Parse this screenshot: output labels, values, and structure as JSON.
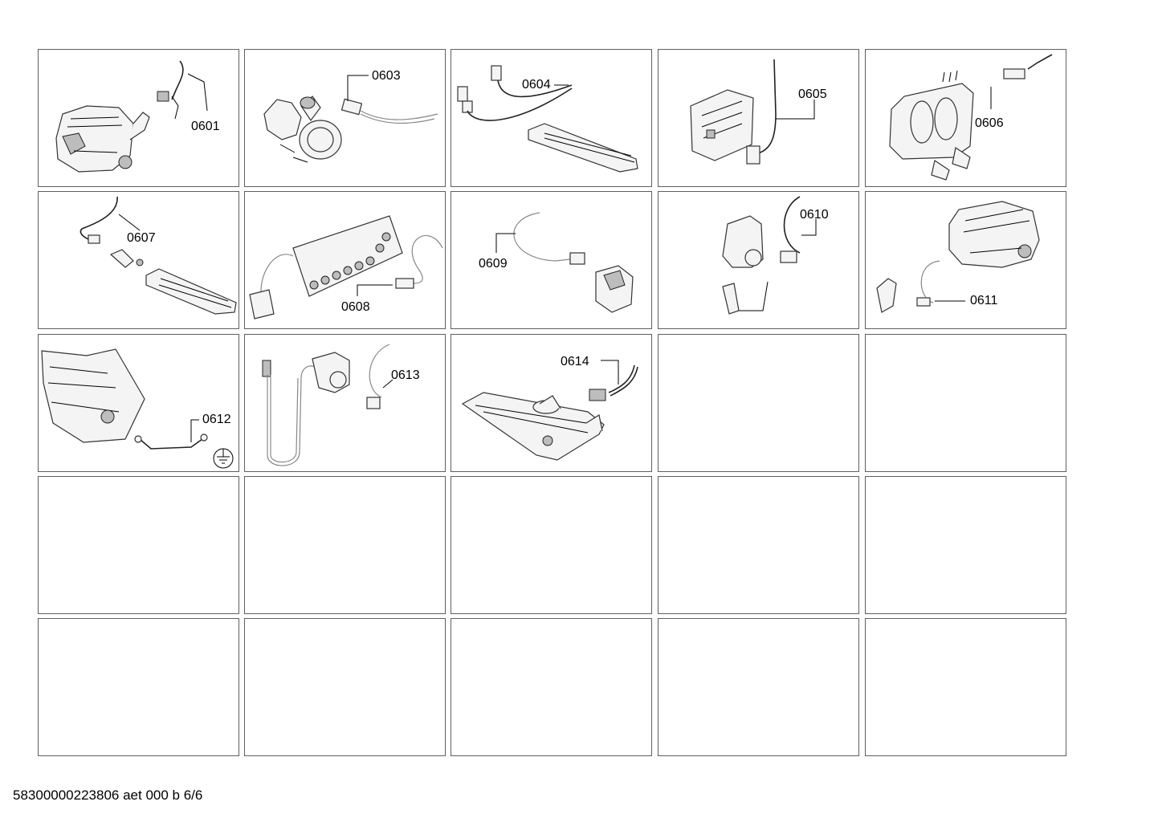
{
  "cells": [
    {
      "label": "0601"
    },
    {
      "label": "0603"
    },
    {
      "label": "0604"
    },
    {
      "label": "0605"
    },
    {
      "label": "0606"
    },
    {
      "label": "0607"
    },
    {
      "label": "0608"
    },
    {
      "label": "0609"
    },
    {
      "label": "0610"
    },
    {
      "label": "0611"
    },
    {
      "label": "0612"
    },
    {
      "label": "0613"
    },
    {
      "label": "0614"
    },
    {
      "label": ""
    },
    {
      "label": ""
    },
    {
      "label": ""
    },
    {
      "label": ""
    },
    {
      "label": ""
    },
    {
      "label": ""
    },
    {
      "label": ""
    },
    {
      "label": ""
    },
    {
      "label": ""
    },
    {
      "label": ""
    },
    {
      "label": ""
    },
    {
      "label": ""
    }
  ],
  "footer": "58300000223806 aet 000 b 6/6"
}
